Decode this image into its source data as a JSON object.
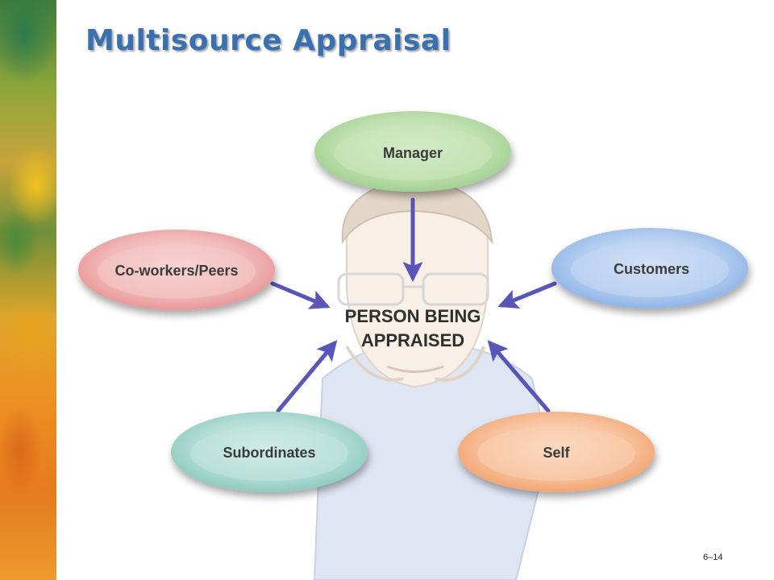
{
  "title": "Multisource Appraisal",
  "slide_number": "6–14",
  "center": {
    "line1": "PERSON BEING",
    "line2": "APPRAISED"
  },
  "sources": {
    "manager": {
      "label": "Manager",
      "color": "#b6dba6"
    },
    "coworkers": {
      "label": "Co-workers/Peers",
      "color": "#efb1b0"
    },
    "customers": {
      "label": "Customers",
      "color": "#a9c6ec"
    },
    "subordinates": {
      "label": "Subordinates",
      "color": "#a7d8cf"
    },
    "self": {
      "label": "Self",
      "color": "#f6b98e"
    }
  },
  "arrow_color": "#5a55b8"
}
